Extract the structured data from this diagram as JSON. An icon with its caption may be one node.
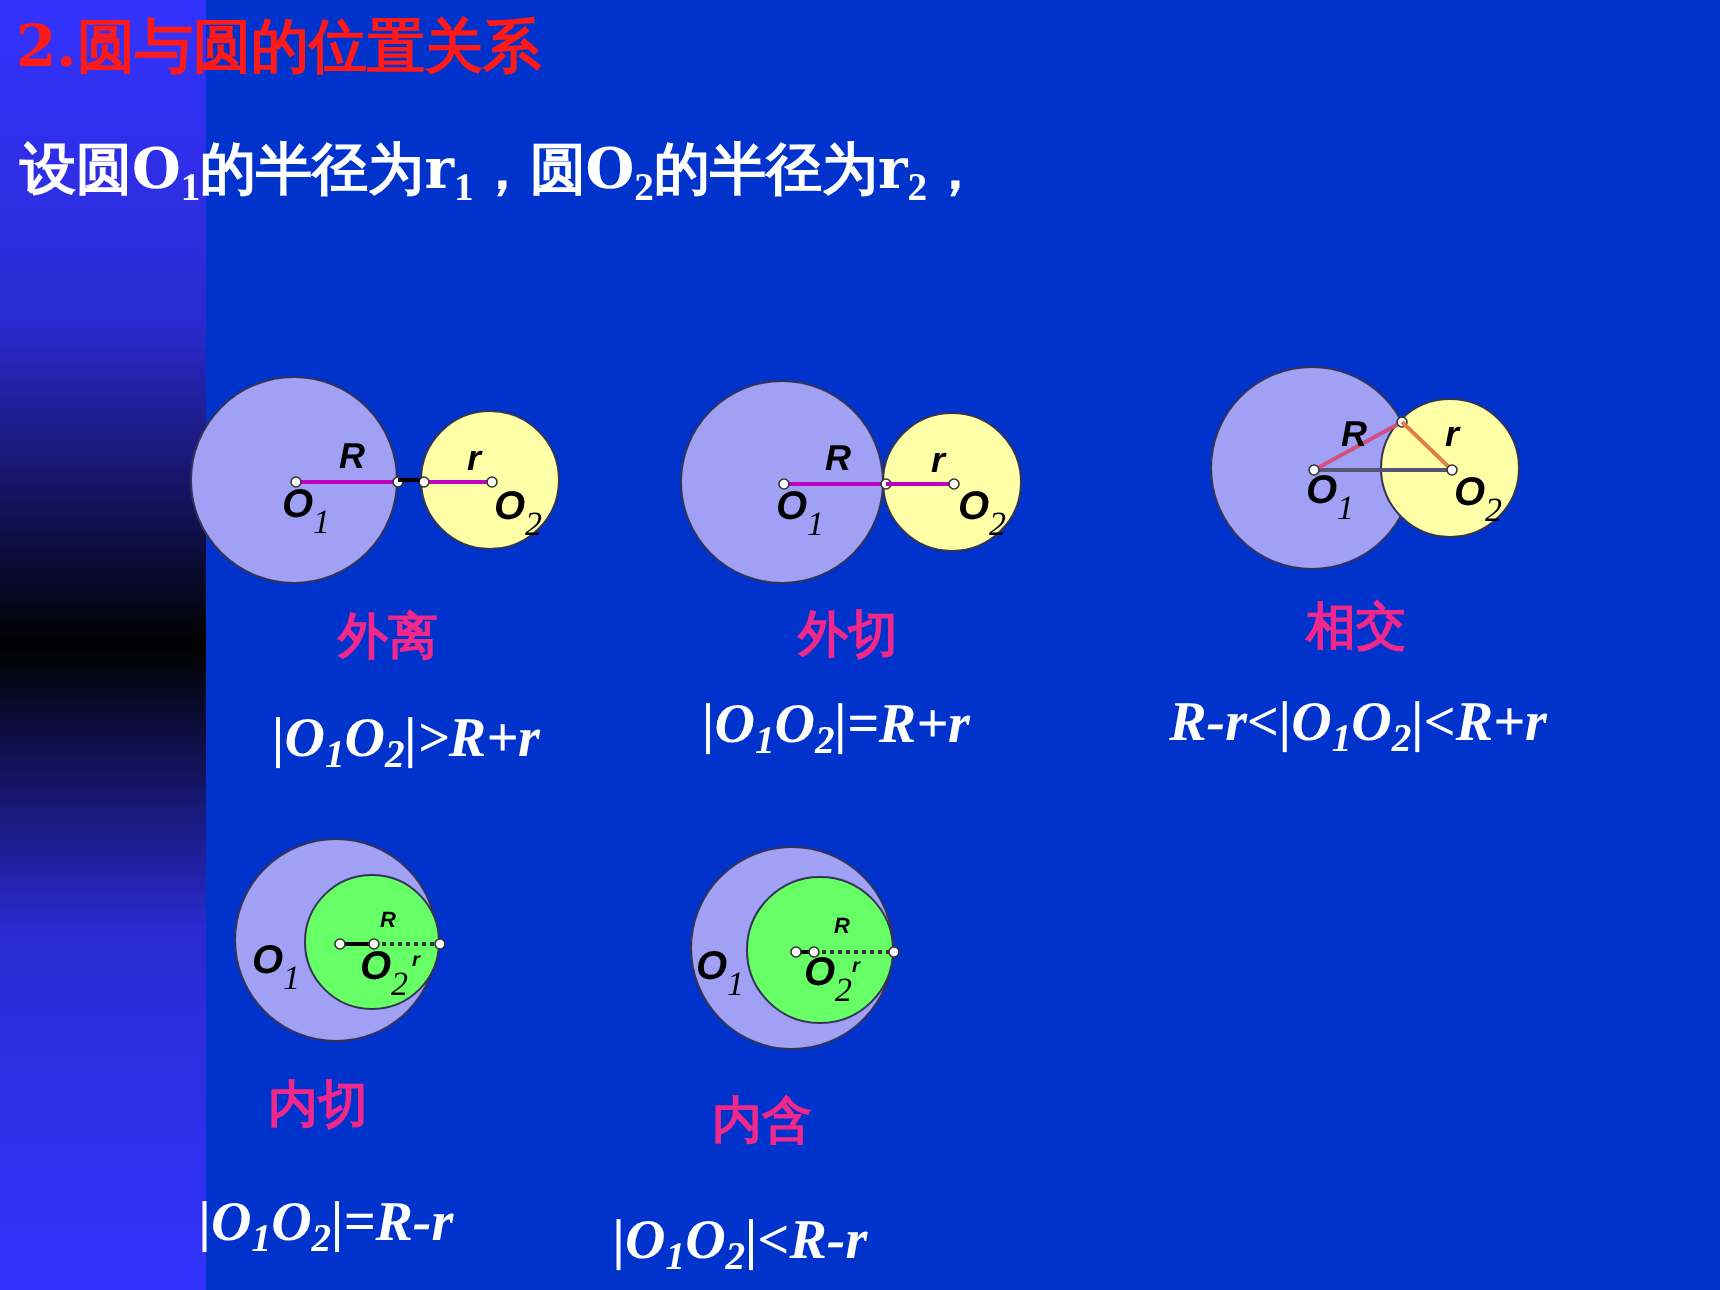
{
  "diagram": {
    "title": "2.圆与圆的位置关系",
    "caption": "设圆O$_{1}$的半径为r$_{1}$，圆O$_{2}$的半径为r$_{2}$，",
    "nodes": [
      {
        "text": [
          "R",
          "O$_{1}$"
        ]
      },
      {
        "text": [
          "r",
          "O$_{2}$"
        ]
      },
      {
        "text": [
          "R",
          "O$_{1}$"
        ]
      },
      {
        "text": [
          "r",
          "O$_{2}$"
        ]
      },
      {
        "text": [
          "R",
          "O$_{1}$"
        ]
      },
      {
        "text": [
          "r",
          "O$_{2}$"
        ]
      },
      {
        "text": [
          "O$_{1}$"
        ]
      },
      {
        "text": [
          "R",
          "O$_{2}$",
          "r"
        ],
        "in": 6
      },
      {
        "text": [
          "O$_{1}$"
        ]
      },
      {
        "text": [
          "R",
          "O$_{2}$",
          "r"
        ],
        "in": 8
      }
    ],
    "edges": [
      {
        "from": 0,
        "to": 1,
        "arrow": "none"
      }
    ],
    "labels": [
      "外离",
      "外切",
      "相交",
      "|O$_{1}$O$_{2}$|>R+r",
      "|O$_{1}$O$_{2}$|=R+r",
      "R-r<|O$_{1}$O$_{2}$|<R+r",
      "内切",
      "内含",
      "|O$_{1}$O$_{2}$|=R-r",
      "|O$_{1}$O$_{2}$|<R-r"
    ]
  }
}
